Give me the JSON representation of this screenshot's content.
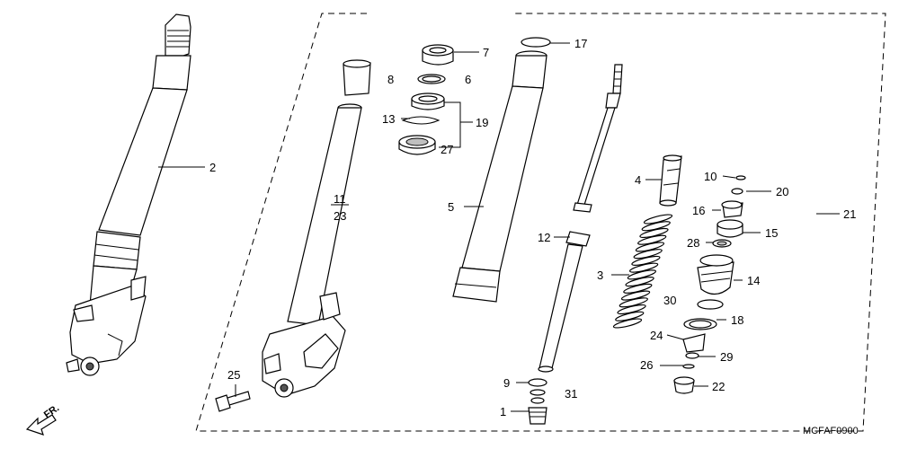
{
  "diagram_code": "MCFAF0900",
  "front_indicator": "FR.",
  "callouts": {
    "c1": "1",
    "c2": "2",
    "c3": "3",
    "c4": "4",
    "c5": "5",
    "c6": "6",
    "c7": "7",
    "c8": "8",
    "c9": "9",
    "c10": "10",
    "c11": "11",
    "c12": "12",
    "c13": "13",
    "c14": "14",
    "c15": "15",
    "c16": "16",
    "c17": "17",
    "c18": "18",
    "c19": "19",
    "c20": "20",
    "c21": "21",
    "c22": "22",
    "c23": "23",
    "c24": "24",
    "c25": "25",
    "c26": "26",
    "c27": "27",
    "c28": "28",
    "c29": "29",
    "c30": "30",
    "c31": "31"
  }
}
